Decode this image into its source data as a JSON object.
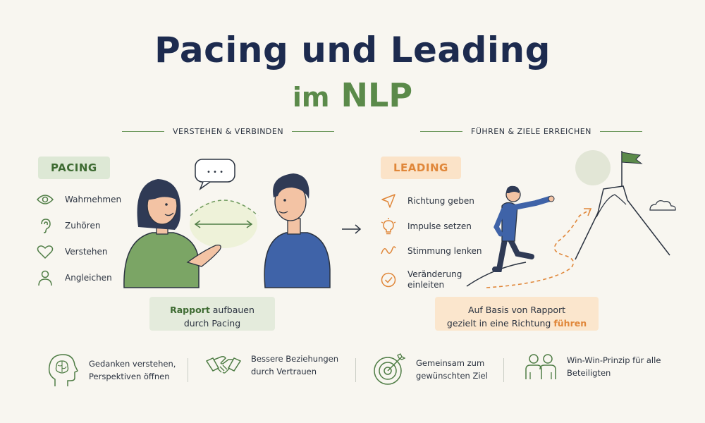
{
  "title": {
    "line1": "Pacing und Leading",
    "line2_prefix": "im",
    "line2_main": "NLP"
  },
  "pacing": {
    "section_label": "VERSTEHEN & VERBINDEN",
    "badge": "PACING",
    "items": [
      {
        "label": "Wahrnehmen",
        "icon": "eye-icon"
      },
      {
        "label": "Zuhören",
        "icon": "ear-icon"
      },
      {
        "label": "Verstehen",
        "icon": "heart-icon"
      },
      {
        "label": "Angleichen",
        "icon": "person-icon"
      }
    ],
    "box": {
      "highlight": "Rapport",
      "rest1": " aufbauen",
      "line2": "durch Pacing"
    },
    "speech_bubble": "• • •"
  },
  "leading": {
    "section_label": "FÜHREN & ZIELE ERREICHEN",
    "badge": "LEADING",
    "items": [
      {
        "label": "Richtung geben",
        "icon": "navigation-arrow-icon"
      },
      {
        "label": "Impulse setzen",
        "icon": "lightbulb-icon"
      },
      {
        "label": "Stimmung lenken",
        "icon": "wave-icon"
      },
      {
        "label": "Veränderung\neinleiten",
        "icon": "check-circle-icon"
      }
    ],
    "box": {
      "line1": "Auf Basis von Rapport",
      "line2_prefix": "gezielt in eine Richtung ",
      "line2_highlight": "führen"
    }
  },
  "benefits": [
    {
      "text": "Gedanken verstehen,\nPerspektiven öffnen",
      "icon": "head-brain-icon"
    },
    {
      "text": "Bessere Beziehungen\ndurch Vertrauen",
      "icon": "handshake-icon"
    },
    {
      "text": "Gemeinsam zum\ngewünschten Ziel",
      "icon": "target-icon"
    },
    {
      "text": "Win-Win-Prinzip für alle\nBeteiligten",
      "icon": "two-people-icon"
    }
  ],
  "colors": {
    "navy": "#1d2b4f",
    "green": "#5b8a4a",
    "orange": "#e0873a",
    "background": "#f8f6f0"
  }
}
